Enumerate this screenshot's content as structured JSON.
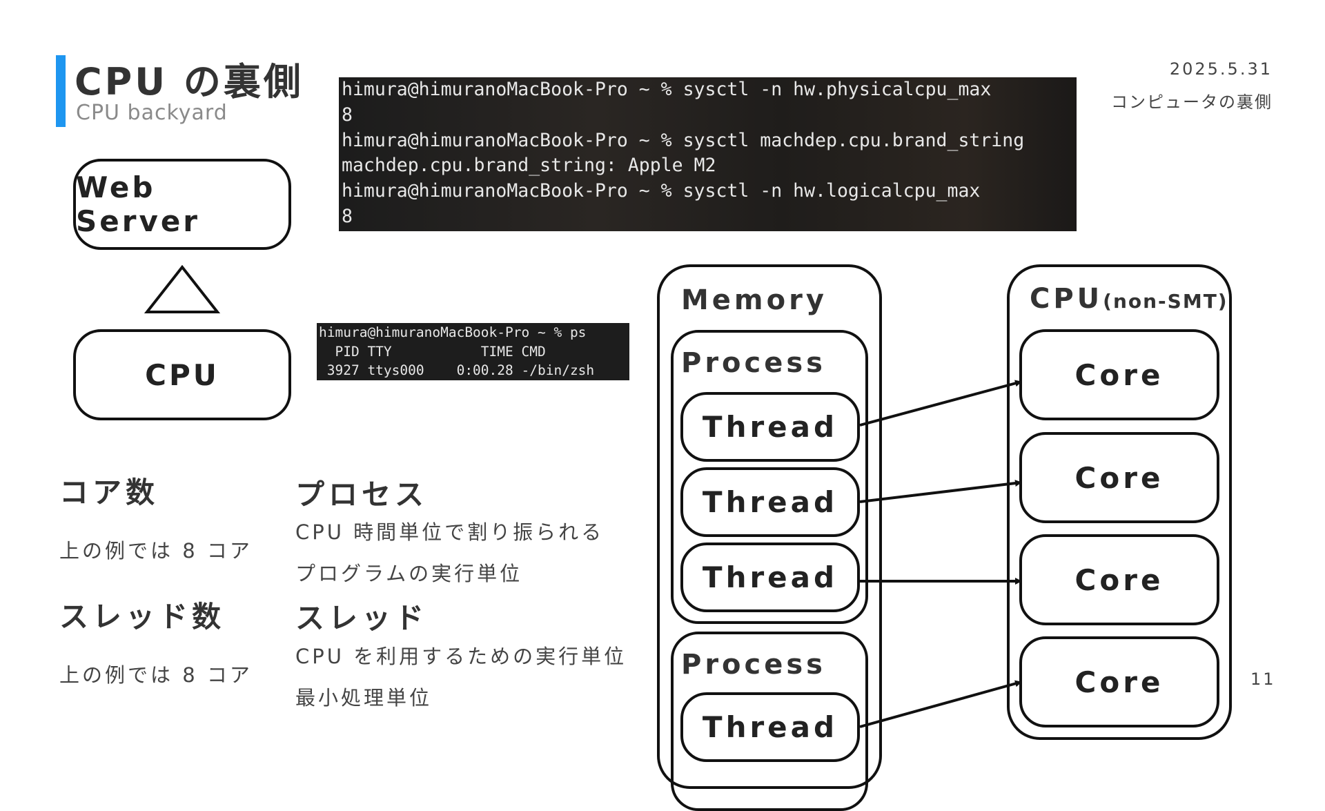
{
  "header": {
    "title": "CPU の裏側",
    "subtitle": "CPU backyard",
    "date": "2025.5.31",
    "deck_title": "コンピュータの裏側",
    "page_number": "11",
    "accent_color": "#1e96f0"
  },
  "terminal_main": {
    "lines": [
      "himura@himuranoMacBook-Pro ~ % sysctl -n hw.physicalcpu_max",
      "8",
      "himura@himuranoMacBook-Pro ~ % sysctl machdep.cpu.brand_string",
      "machdep.cpu.brand_string: Apple M2",
      "himura@himuranoMacBook-Pro ~ % sysctl -n hw.logicalcpu_max",
      "8"
    ]
  },
  "terminal_ps": {
    "lines": [
      "himura@himuranoMacBook-Pro ~ % ps",
      "  PID TTY           TIME CMD",
      " 3927 ttys000    0:00.28 -/bin/zsh"
    ]
  },
  "left_diagram": {
    "top_box": "Web Server",
    "bottom_box": "CPU"
  },
  "notes": {
    "core_count_heading": "コア数",
    "core_count_text": "上の例では 8 コア",
    "thread_count_heading": "スレッド数",
    "thread_count_text": "上の例では 8 コア",
    "process_heading": "プロセス",
    "process_text_1": "CPU 時間単位で割り振られる",
    "process_text_2": "プログラムの実行単位",
    "thread_heading": "スレッド",
    "thread_text_1": "CPU を利用するための実行単位",
    "thread_text_2": "最小処理単位"
  },
  "memory_diagram": {
    "memory_label": "Memory",
    "process_label_1": "Process",
    "process_label_2": "Process",
    "thread_label": "Thread",
    "cpu_label": "CPU",
    "cpu_sublabel": "(non-SMT)",
    "core_label": "Core"
  }
}
